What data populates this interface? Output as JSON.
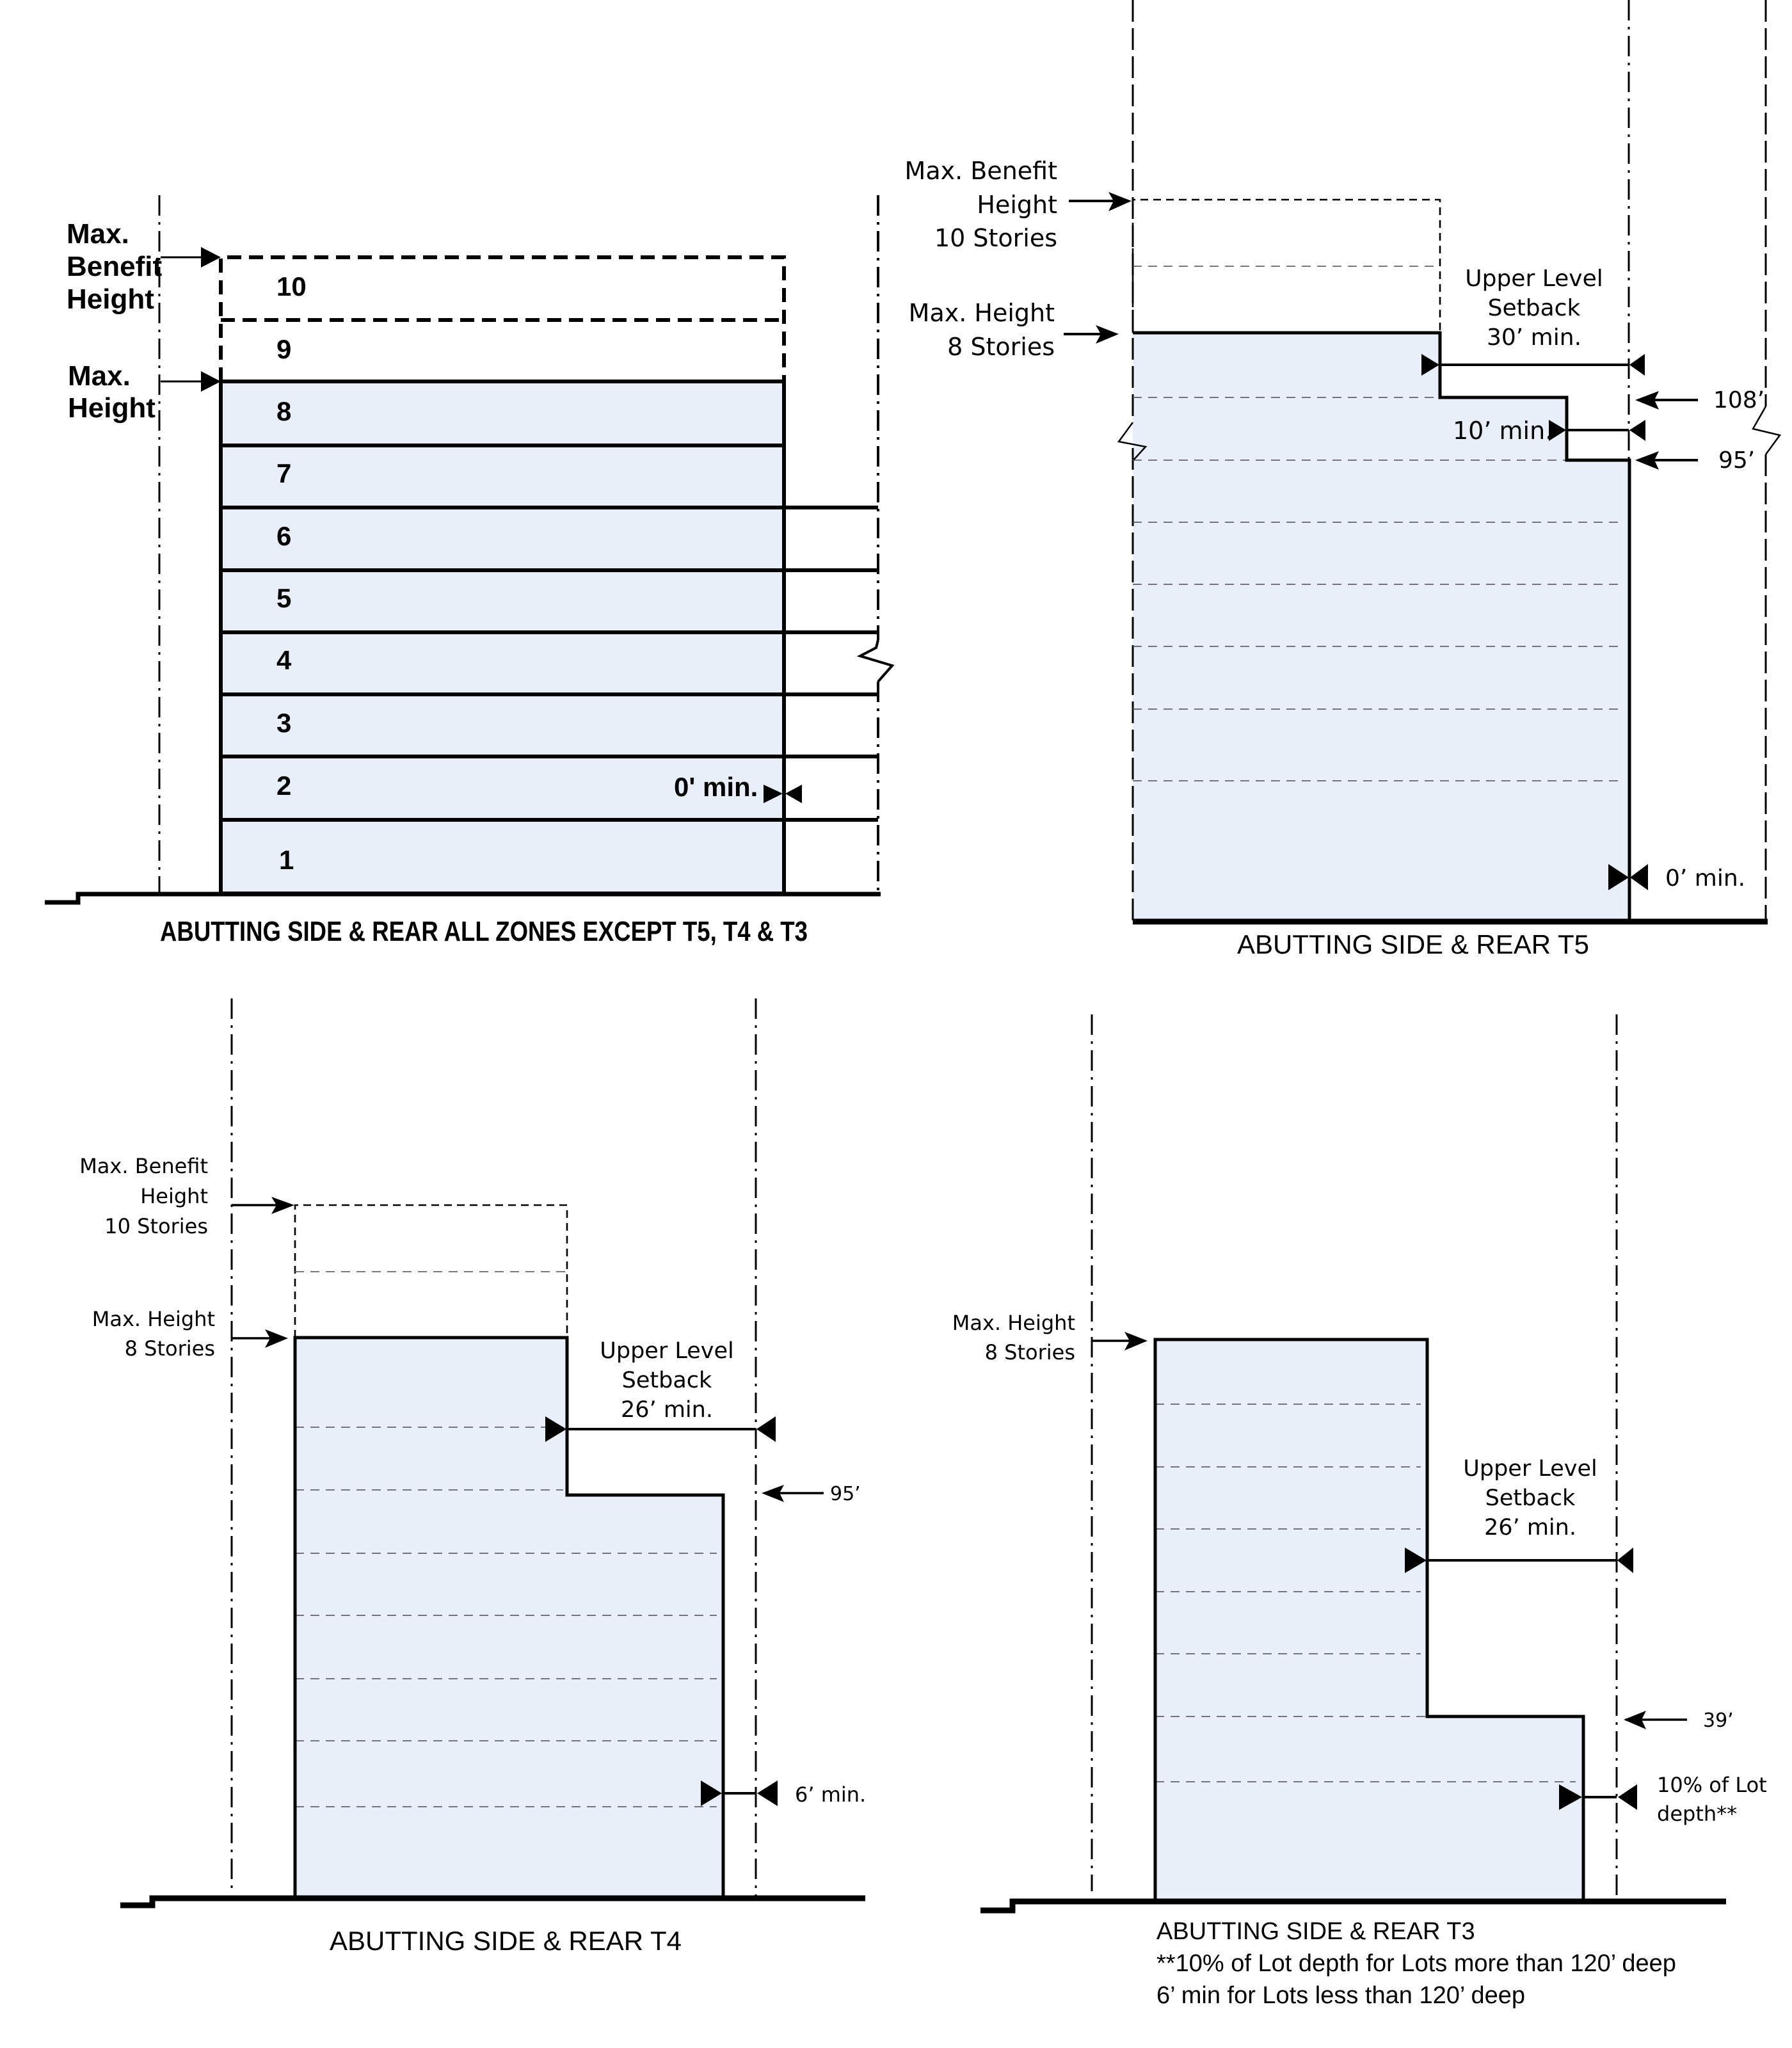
{
  "panels": {
    "all_zones": {
      "caption": "ABUTTING SIDE & REAR ALL ZONES EXCEPT T5, T4 & T3",
      "label_max_benefit": [
        "Max.",
        "Benefit",
        "Height"
      ],
      "label_max_height": [
        "Max.",
        "Height"
      ],
      "floors": [
        "10",
        "9",
        "8",
        "7",
        "6",
        "5",
        "4",
        "3",
        "2",
        "1"
      ],
      "setback_label": "0' min."
    },
    "t5": {
      "caption": "ABUTTING SIDE & REAR T5",
      "label_max_benefit": [
        "Max. Benefit",
        "Height",
        "10 Stories"
      ],
      "label_max_height": [
        "Max. Height",
        "8 Stories"
      ],
      "upper_setback": [
        "Upper Level",
        "Setback",
        "30’ min."
      ],
      "step_setback": "10’ min.",
      "height_108": "108’",
      "height_95": "95’",
      "base_setback": "0’ min."
    },
    "t4": {
      "caption": "ABUTTING SIDE & REAR T4",
      "label_max_benefit": [
        "Max. Benefit",
        "Height",
        "10 Stories"
      ],
      "label_max_height": [
        "Max. Height",
        "8 Stories"
      ],
      "upper_setback": [
        "Upper Level",
        "Setback",
        "26’ min."
      ],
      "height_95": "95’",
      "base_setback": "6’ min."
    },
    "t3": {
      "caption_lines": [
        "ABUTTING SIDE & REAR T3",
        "**10% of Lot depth for Lots more than 120’ deep",
        "6’ min for Lots less than 120’ deep"
      ],
      "label_max_height": [
        "Max. Height",
        "8 Stories"
      ],
      "upper_setback": [
        "Upper Level",
        "Setback",
        "26’ min."
      ],
      "height_39": "39’",
      "base_setback": [
        "10% of Lot",
        "depth**"
      ]
    }
  },
  "colors": {
    "building_fill": "#e8eff9",
    "line": "#000000"
  }
}
